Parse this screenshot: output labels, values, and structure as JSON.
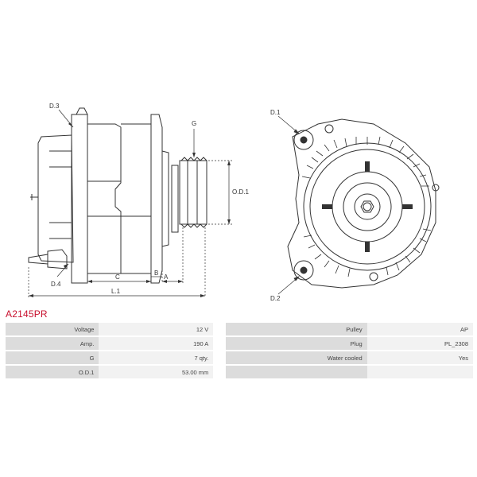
{
  "drawing": {
    "side_view_labels": {
      "d3": "D.3",
      "d4": "D.4",
      "g": "G",
      "od1": "O.D.1",
      "c": "C",
      "b": "B",
      "a": "A",
      "l1": "L.1"
    },
    "front_view_labels": {
      "d1": "D.1",
      "d2": "D.2"
    }
  },
  "part_number": "A2145PR",
  "specs": [
    {
      "left_key": "Voltage",
      "left_value": "12 V",
      "right_key": "Pulley",
      "right_value": "AP"
    },
    {
      "left_key": "Amp.",
      "left_value": "190 A",
      "right_key": "Plug",
      "right_value": "PL_2308"
    },
    {
      "left_key": "G",
      "left_value": "7 qty.",
      "right_key": "Water cooled",
      "right_value": "Yes"
    },
    {
      "left_key": "O.D.1",
      "left_value": "53.00 mm",
      "right_key": "",
      "right_value": ""
    }
  ]
}
